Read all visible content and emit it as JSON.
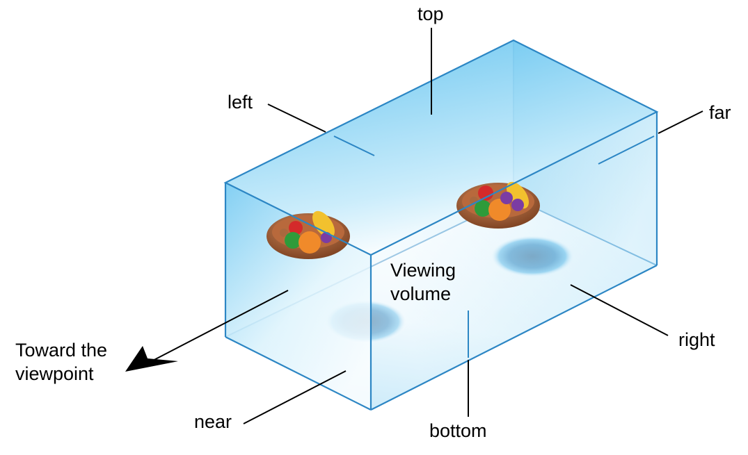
{
  "labels": {
    "top": "top",
    "left": "left",
    "far": "far",
    "viewing_volume": "Viewing\nvolume",
    "right": "right",
    "toward_viewpoint": "Toward the\nviewpoint",
    "near": "near",
    "bottom": "bottom"
  },
  "colors": {
    "edge": "#2c86c4",
    "face_blue": "#6cc6f0",
    "shadow": "#0a6fb0",
    "basket": "#9a5a35"
  }
}
